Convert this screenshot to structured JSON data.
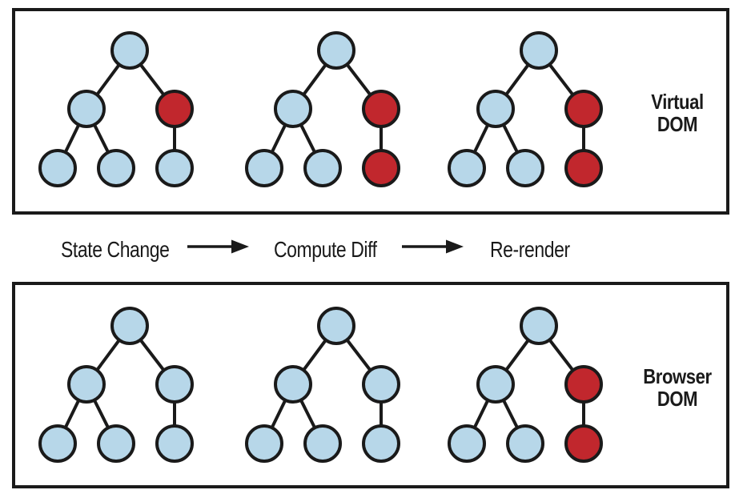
{
  "colors": {
    "node_blue": "#b7d7e9",
    "node_red": "#c1272d",
    "stroke": "#1a1a1a",
    "background": "#ffffff"
  },
  "virtual_dom_panel": {
    "label_line1": "Virtual",
    "label_line2": "DOM",
    "trees": [
      [
        "blue",
        "blue",
        "red",
        "blue",
        "blue",
        "blue"
      ],
      [
        "blue",
        "blue",
        "red",
        "blue",
        "blue",
        "red"
      ],
      [
        "blue",
        "blue",
        "red",
        "blue",
        "blue",
        "red"
      ]
    ]
  },
  "browser_dom_panel": {
    "label_line1": "Browser",
    "label_line2": "DOM",
    "trees": [
      [
        "blue",
        "blue",
        "blue",
        "blue",
        "blue",
        "blue"
      ],
      [
        "blue",
        "blue",
        "blue",
        "blue",
        "blue",
        "blue"
      ],
      [
        "blue",
        "blue",
        "red",
        "blue",
        "blue",
        "red"
      ]
    ]
  },
  "process_row": {
    "steps": [
      {
        "label": "State Change"
      },
      {
        "label": "Compute Diff"
      },
      {
        "label": "Re-render"
      }
    ]
  }
}
